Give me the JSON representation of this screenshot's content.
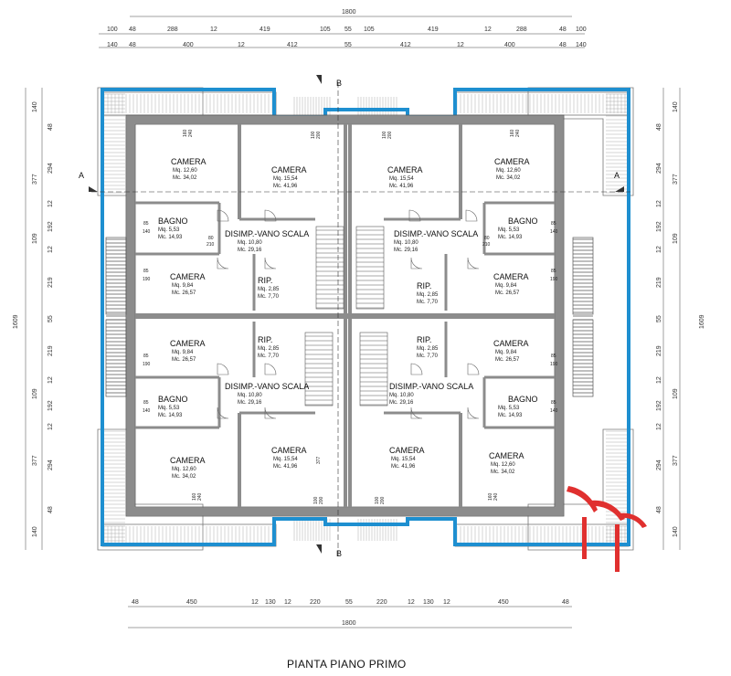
{
  "title": "PIANTA PIANO PRIMO",
  "colors": {
    "insulation": "#1e8fd0",
    "wall": "#9a9a9a",
    "logo": "#e0302f"
  },
  "dims": {
    "top_total": "1800",
    "top_row1": [
      "100",
      "48",
      "288",
      "12",
      "419",
      "105",
      "55",
      "105",
      "419",
      "12",
      "288",
      "48",
      "100"
    ],
    "top_row2": [
      "140",
      "48",
      "400",
      "12",
      "412",
      "55",
      "412",
      "12",
      "400",
      "48",
      "140"
    ],
    "left_row1": [
      "48",
      "294",
      "12",
      "192",
      "12",
      "219",
      "55",
      "219",
      "12",
      "192",
      "12",
      "294",
      "48"
    ],
    "left_row2": [
      "140",
      "377",
      "109",
      "109",
      "377",
      "140"
    ],
    "left_total": "1609",
    "right_total": "1609",
    "bottom_row": [
      "48",
      "450",
      "12",
      "130",
      "12",
      "220",
      "55",
      "220",
      "12",
      "130",
      "12",
      "450",
      "48"
    ],
    "bottom_total": "1800"
  },
  "section": {
    "a": "A",
    "b": "B"
  },
  "rooms": [
    {
      "name": "CAMERA",
      "mq": "Mq. 12,60",
      "mc": "Mc. 34,02"
    },
    {
      "name": "CAMERA",
      "mq": "Mq. 15,54",
      "mc": "Mc. 41,96"
    },
    {
      "name": "CAMERA",
      "mq": "Mq. 15,54",
      "mc": "Mc. 41,96"
    },
    {
      "name": "CAMERA",
      "mq": "Mq. 12,60",
      "mc": "Mc. 34,02"
    },
    {
      "name": "BAGNO",
      "mq": "Mq. 5,53",
      "mc": "Mc. 14,93"
    },
    {
      "name": "DISIMP.-VANO SCALA",
      "mq": "Mq. 10,80",
      "mc": "Mc. 29,16"
    },
    {
      "name": "DISIMP.-VANO SCALA",
      "mq": "Mq. 10,80",
      "mc": "Mc. 29,16"
    },
    {
      "name": "BAGNO",
      "mq": "Mq. 5,53",
      "mc": "Mc. 14,93"
    },
    {
      "name": "CAMERA",
      "mq": "Mq. 9,84",
      "mc": "Mc. 26,57"
    },
    {
      "name": "RIP.",
      "mq": "Mq. 2,85",
      "mc": "Mc. 7,70"
    },
    {
      "name": "RIP.",
      "mq": "Mq. 2,85",
      "mc": "Mc. 7,70"
    },
    {
      "name": "CAMERA",
      "mq": "Mq. 9,84",
      "mc": "Mc. 26,57"
    },
    {
      "name": "CAMERA",
      "mq": "Mq. 9,84",
      "mc": "Mc. 26,57"
    },
    {
      "name": "RIP.",
      "mq": "Mq. 2,85",
      "mc": "Mc. 7,70"
    },
    {
      "name": "RIP.",
      "mq": "Mq. 2,85",
      "mc": "Mc. 7,70"
    },
    {
      "name": "CAMERA",
      "mq": "Mq. 9,84",
      "mc": "Mc. 26,57"
    },
    {
      "name": "BAGNO",
      "mq": "Mq. 5,53",
      "mc": "Mc. 14,93"
    },
    {
      "name": "DISIMP.-VANO SCALA",
      "mq": "Mq. 10,80",
      "mc": "Mc. 29,16"
    },
    {
      "name": "DISIMP.-VANO SCALA",
      "mq": "Mq. 10,80",
      "mc": "Mc. 29,16"
    },
    {
      "name": "BAGNO",
      "mq": "Mq. 5,53",
      "mc": "Mc. 14,93"
    },
    {
      "name": "CAMERA",
      "mq": "Mq. 12,60",
      "mc": "Mc. 34,02"
    },
    {
      "name": "CAMERA",
      "mq": "Mq. 15,54",
      "mc": "Mc. 41,96"
    },
    {
      "name": "CAMERA",
      "mq": "Mq. 15,54",
      "mc": "Mc. 41,96"
    },
    {
      "name": "CAMERA",
      "mq": "Mq. 12,60",
      "mc": "Mc. 34,02"
    }
  ],
  "opening_labels": {
    "w160": "160",
    "h240": "240",
    "w100": "100",
    "h200": "200",
    "w85": "85",
    "h140": "140",
    "h190": "190",
    "w80": "80",
    "h210": "210",
    "h377": "377"
  }
}
